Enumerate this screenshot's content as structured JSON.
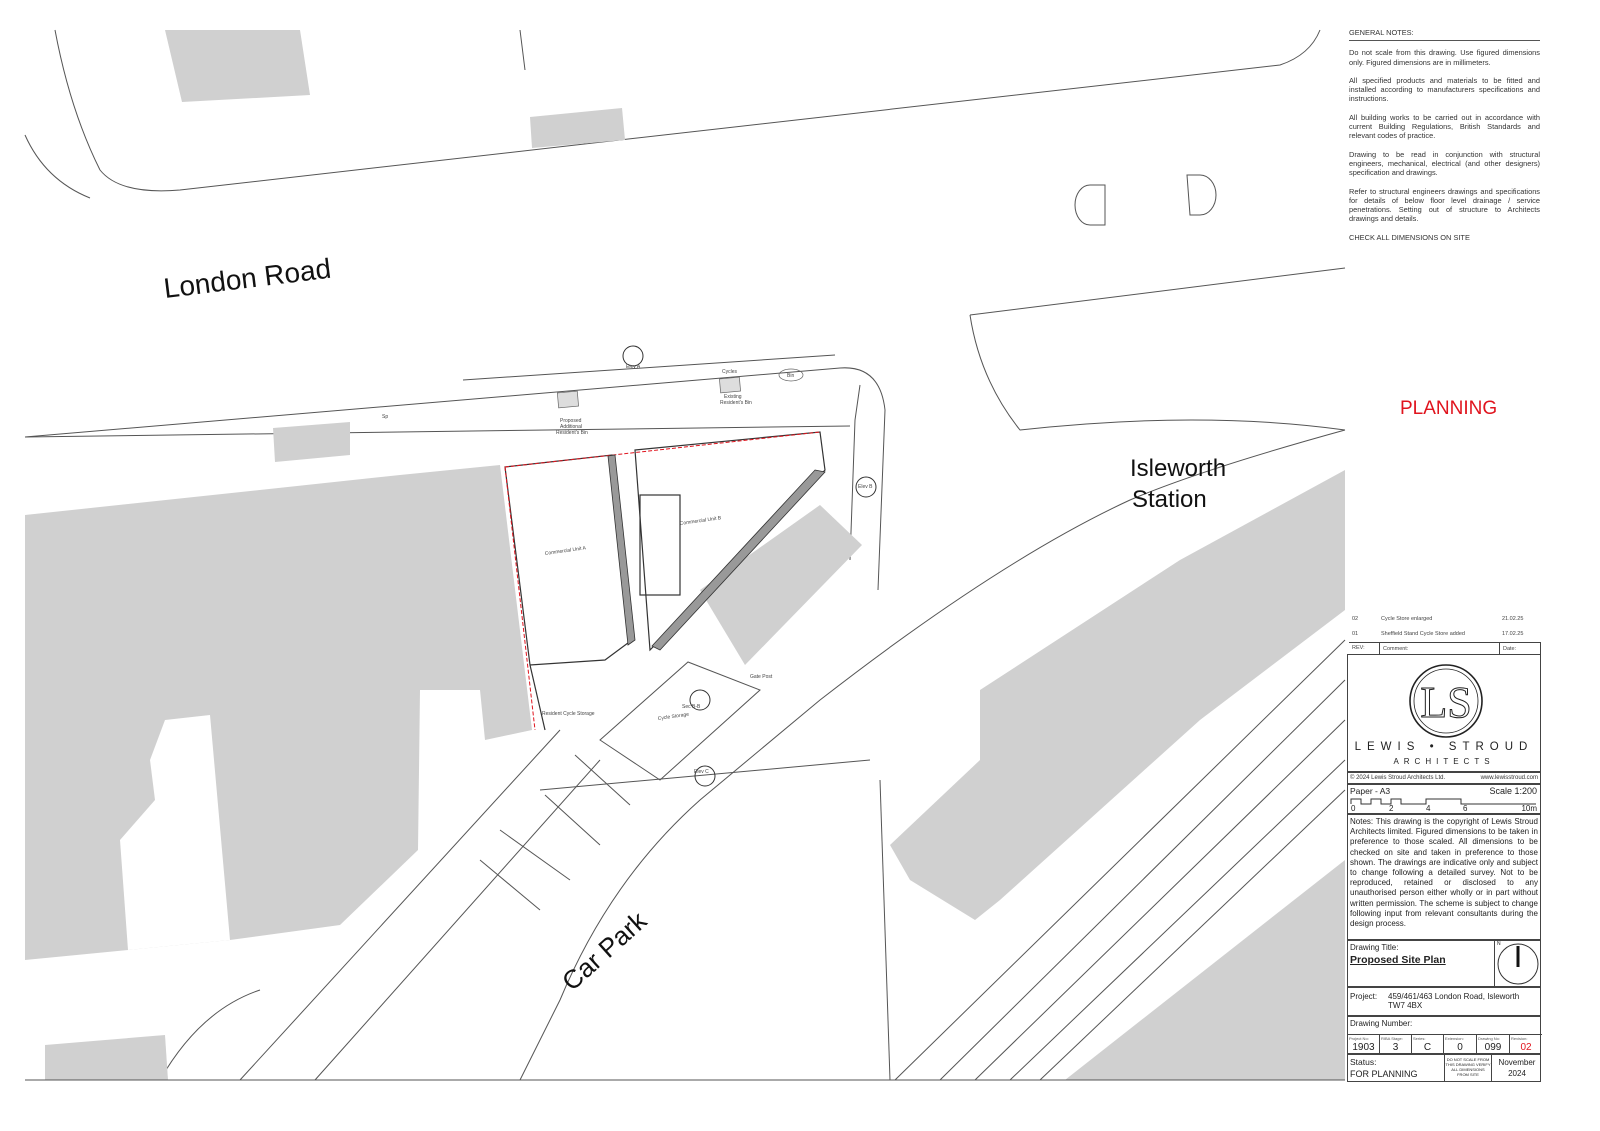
{
  "general_notes": {
    "heading": "GENERAL NOTES:",
    "paragraphs": [
      "Do not scale from this drawing. Use figured dimensions only. Figured dimensions are in millimeters.",
      "All specified products and materials to be fitted and installed according to manufacturers specifications and instructions.",
      "All building works to be carried out in accordance with current Building Regulations, British Standards and relevant codes of practice.",
      "Drawing to be read in conjunction with structural engineers, mechanical, electrical (and other designers) specification and drawings.",
      "Refer to structural engineers drawings and specifications for details of below floor level drainage / service penetrations. Setting out of structure to Architects drawings and details.",
      "CHECK ALL DIMENSIONS ON SITE"
    ]
  },
  "stamp": "PLANNING",
  "plan_labels": {
    "london_road": "London Road",
    "station_line1": "Isleworth",
    "station_line2": "Station",
    "car_park": "Car Park",
    "unit_a": "Commercial Unit A",
    "unit_b": "Commercial Unit B",
    "proposed_bin_1": "Proposed",
    "proposed_bin_2": "Additional",
    "proposed_bin_3": "Resident's Bin",
    "cycles": "Cycles",
    "existing_bin_1": "Existing",
    "existing_bin_2": "Resident's Bin",
    "bin": "Bin",
    "resident_cycle_storage": "Resident Cycle Storage",
    "cycle_storage": "Cycle Storage",
    "gate_post": "Gate Post",
    "sp": "Sp",
    "elev_a": "Elev A",
    "elev_b": "Elev B",
    "elev_c": "Elev C",
    "sec_bb": "Sec B-B"
  },
  "revisions": {
    "rows": [
      {
        "rev": "02",
        "comment": "Cycle Store enlarged",
        "date": "21.02.25"
      },
      {
        "rev": "01",
        "comment": "Sheffield Stand Cycle Store added",
        "date": "17.02.25"
      }
    ],
    "headers": {
      "rev": "REV:",
      "comment": "Comment:",
      "date": "Date:"
    }
  },
  "logo": {
    "monogram": "LS",
    "name": "LEWIS • STROUD",
    "sub": "ARCHITECTS"
  },
  "copyright": "© 2024  Lewis Stroud Architects Ltd.",
  "website": "www.lewisstroud.com",
  "paper": "Paper - A3",
  "scale": "Scale 1:200",
  "scale_ticks": [
    "0",
    "2",
    "4",
    "6",
    "10m"
  ],
  "notes": "Notes: This drawing is the copyright of Lewis Stroud Architects limited. Figured dimensions to be taken in preference to those scaled. All dimensions to be checked on site and taken in preference to those shown. The drawings are indicative only and subject to change following a detailed survey. Not to be reproduced, retained or disclosed to any unauthorised person either wholly or in part without written permission. The scheme is subject to change following input from relevant consultants during the design process.",
  "drawing_title_label": "Drawing Title:",
  "drawing_title": "Proposed Site Plan",
  "north": "N",
  "project_label": "Project:",
  "project": "459/461/463 London Road, Isleworth TW7 4BX",
  "drawing_number_label": "Drawing Number:",
  "drawing_number": [
    {
      "caption": "Project No:",
      "value": "1903"
    },
    {
      "caption": "RIBA Stage:",
      "value": "3"
    },
    {
      "caption": "Series:",
      "value": "C"
    },
    {
      "caption": "Extension:",
      "value": "0"
    },
    {
      "caption": "Drawing No:",
      "value": "099"
    },
    {
      "caption": "Revision:",
      "value": "02"
    }
  ],
  "status_label": "Status:",
  "status": "FOR PLANNING",
  "disclaimer": "DO NOT SCALE FROM THIS DRAWING VERIFY ALL DIMENSIONS FROM SITE",
  "date_month": "November",
  "date_year": "2024",
  "colors": {
    "revision_red": "#e0141e",
    "fill_grey": "#d0d0d0",
    "line": "#333333"
  }
}
